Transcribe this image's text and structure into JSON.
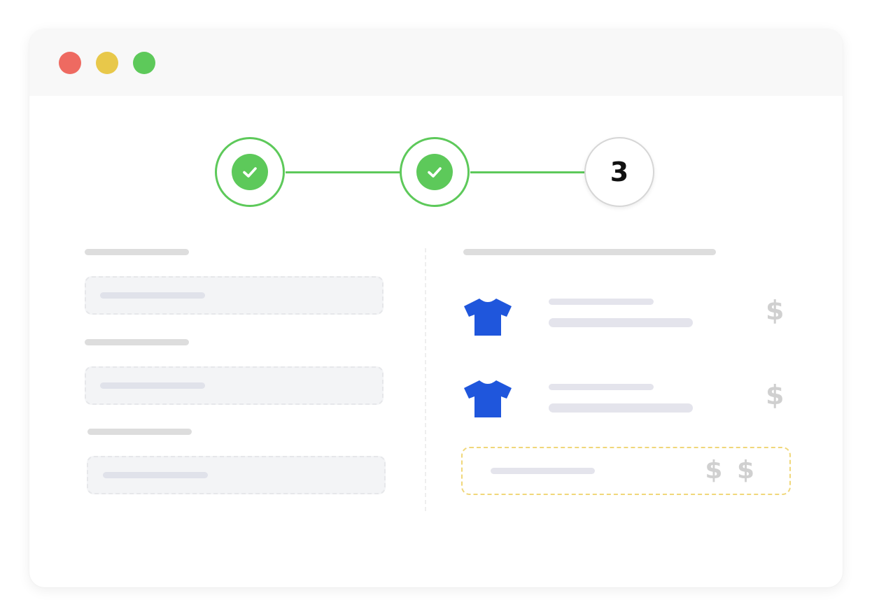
{
  "window": {
    "controls": {
      "close_color": "#ee6a61",
      "minimize_color": "#e8c84a",
      "maximize_color": "#5dc95a"
    }
  },
  "stepper": {
    "steps": [
      {
        "status": "completed",
        "icon": "check-icon"
      },
      {
        "status": "completed",
        "icon": "check-icon"
      },
      {
        "status": "current",
        "number": "3"
      }
    ],
    "accent_color": "#5dc95a"
  },
  "cart": {
    "items": [
      {
        "icon": "tshirt-icon",
        "price": "$",
        "icon_color": "#1f56dc"
      },
      {
        "icon": "tshirt-icon",
        "price": "$",
        "icon_color": "#1f56dc"
      }
    ],
    "total": {
      "price": "$ $",
      "border_color": "#f0d77a"
    }
  }
}
